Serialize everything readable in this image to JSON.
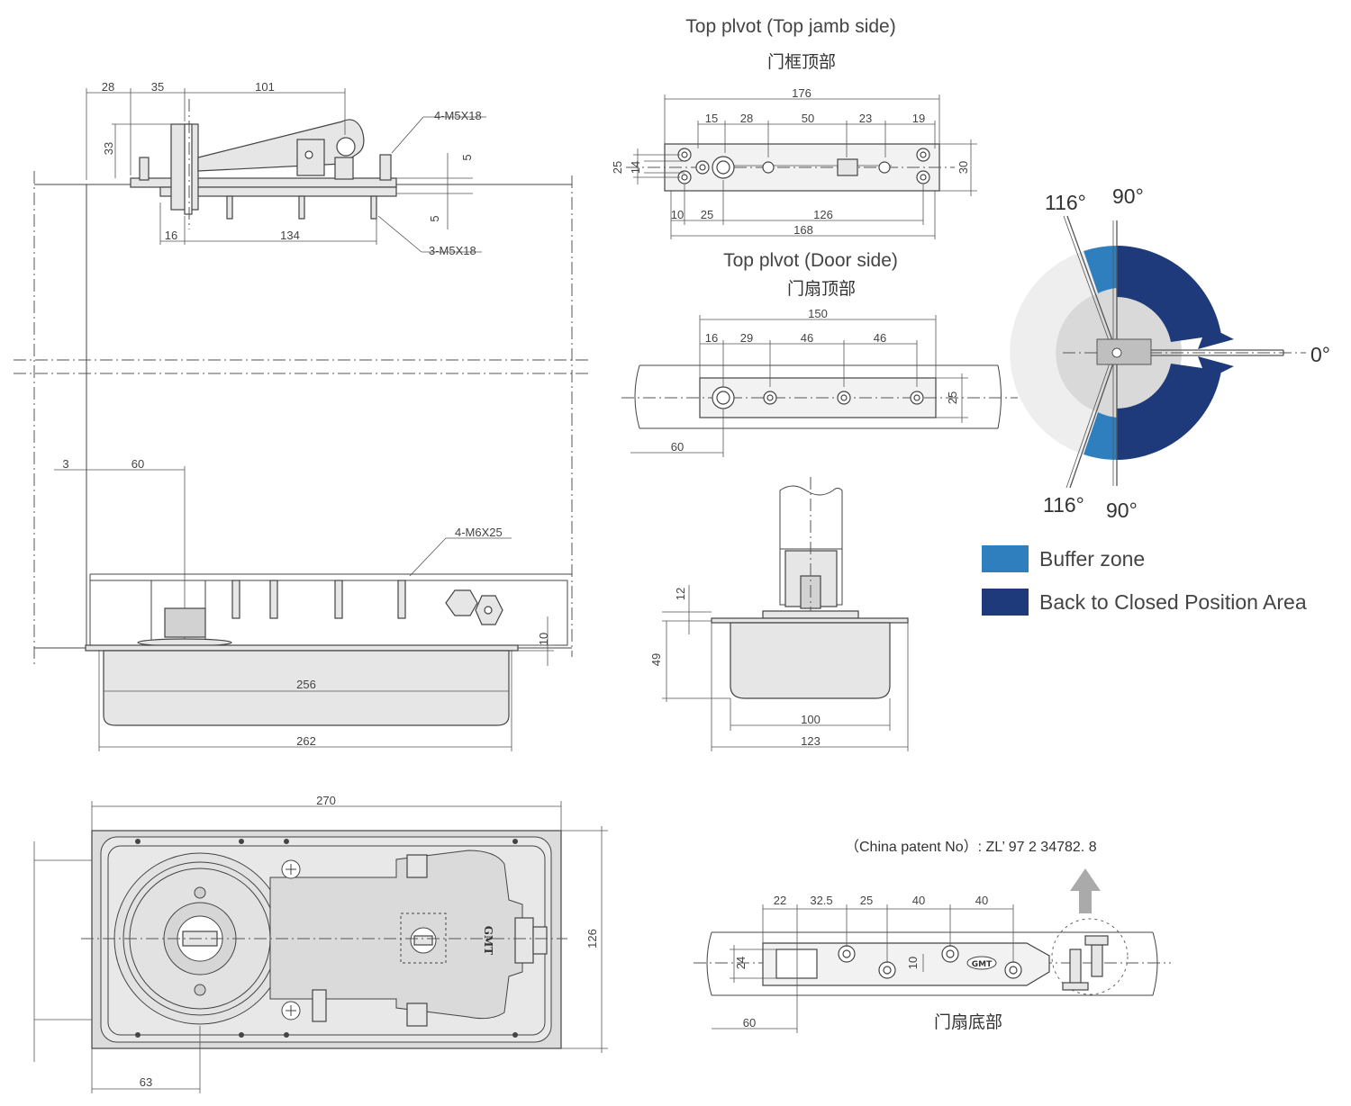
{
  "titles": {
    "top_jamb_en": "Top plvot (Top jamb side)",
    "top_jamb_cn": "门框顶部",
    "top_door_en": "Top plvot (Door side)",
    "top_door_cn": "门扇顶部",
    "bottom_cn": "门扇底部",
    "patent": "（China patent  No）:  ZL’   97  2  34782. 8"
  },
  "side_view": {
    "dims": [
      "28",
      "35",
      "101",
      "33",
      "4-M5X18",
      "5",
      "5",
      "16",
      "134",
      "3-M5X18",
      "3",
      "60",
      "4-M6X25",
      "10",
      "256",
      "262"
    ]
  },
  "top_jamb_view": {
    "dims": [
      "176",
      "15",
      "28",
      "50",
      "23",
      "19",
      "25",
      "14",
      "30",
      "10",
      "25",
      "126",
      "168"
    ]
  },
  "top_door_view": {
    "dims": [
      "150",
      "16",
      "29",
      "46",
      "46",
      "25",
      "60"
    ]
  },
  "section_view": {
    "dims": [
      "12",
      "49",
      "100",
      "123"
    ]
  },
  "plan_view": {
    "dims": [
      "270",
      "126",
      "63"
    ],
    "logo": "GMT"
  },
  "bottom_door_view": {
    "dims": [
      "22",
      "32.5",
      "25",
      "40",
      "40",
      "24",
      "10",
      "60"
    ],
    "logo": "GMT"
  },
  "angle_diagram": {
    "labels": {
      "a116_top": "116°",
      "a90_top": "90°",
      "a0": "0°",
      "a116_bottom": "116°",
      "a90_bottom": "90°"
    },
    "colors": {
      "buffer": "#2f7fbf",
      "back_to_closed": "#1e3a7a",
      "inner": "#d9d9d9"
    }
  },
  "legend": [
    {
      "label": "Buffer zone",
      "color": "#2f7fbf"
    },
    {
      "label": "Back to Closed Position Area",
      "color": "#1e3a7a"
    }
  ]
}
